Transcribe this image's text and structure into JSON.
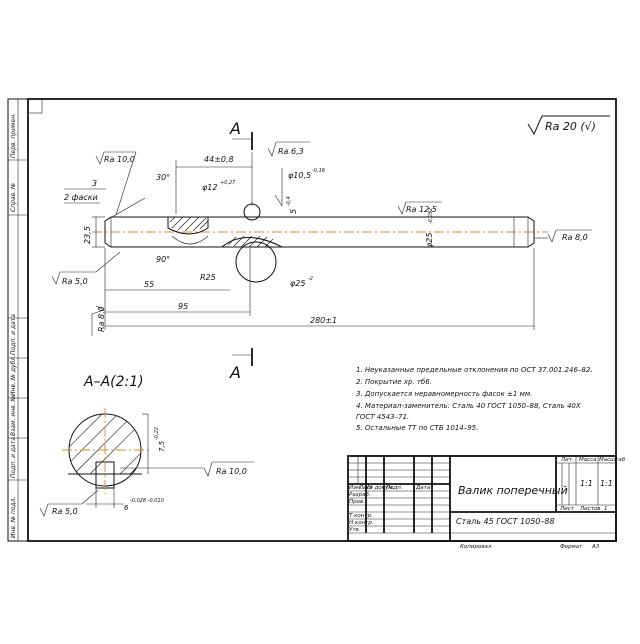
{
  "roughness_general": "Ra 20 (√)",
  "section_label": "А",
  "section_view_title": "А–А(2:1)",
  "dims": {
    "d3": "3",
    "chamfer_note": "2 фаски",
    "ang30": "30°",
    "ang90": "90°",
    "d44": "44±0,8",
    "d12": "φ12",
    "d12_tol": "+0,27",
    "d105": "φ10,5",
    "d105_tol": "-0,16",
    "d5": "5",
    "d5_tol": "-0,4",
    "d235": "23,5",
    "r25": "R25",
    "d55": "55",
    "d95": "95",
    "d280": "280±1",
    "d25": "φ25",
    "d25_tol": "-0,052",
    "d25b": "φ25",
    "d25b_tol": "-2",
    "ra10": "Ra 10,0",
    "ra63": "Ra 6,3",
    "ra125": "Ra 12,5",
    "ra80r": "Ra 8,0",
    "ra50": "Ra 5,0",
    "ra80v": "Ra 8,0",
    "sec_d75": "7,5",
    "sec_d75_tol": "-0,22",
    "sec_d6": "6",
    "sec_d6_tol": "-0,028 -0,010",
    "sec_ra10": "Ra 10,0",
    "sec_ra50": "Ra 5,0"
  },
  "notes": [
    "1. Неуказанные предельные отклонения по ОСТ 37.001.246–82.",
    "2. Покрытие хр. тб6.",
    "3. Допускается неравномерность фасок ±1 мм.",
    "4. Материал-заменитель: Сталь 40 ГОСТ 1050–88, Сталь 40Х",
    "ГОСТ 4543–71.",
    "5. Остальные ТТ по СТБ 1014–95."
  ],
  "title_block": {
    "name": "Валик поперечный",
    "material": "Сталь 45 ГОСТ 1050–88",
    "col_lit": "Лит.",
    "col_mass": "Масса",
    "col_scale": "Масштаб",
    "mass_value": "1:1",
    "scale_value": "1:1",
    "sheet": "Лист",
    "sheets": "Листов",
    "sheets_value": "1",
    "row_labels": [
      "Изм.",
      "Лист",
      "№ докум.",
      "Подп.",
      "Дата"
    ],
    "role_labels": [
      "Разраб.",
      "Пров.",
      "Т.контр.",
      "Н.контр.",
      "Утв."
    ],
    "copied": "Копировал",
    "format": "Формат",
    "format_value": "А3"
  },
  "side_stamps": [
    "Перв. примен.",
    "Справ. №",
    "Подп. и дата",
    "Инв. № дубл.",
    "Взам. инв. №",
    "Подп. и дата",
    "Инв. № подл."
  ]
}
